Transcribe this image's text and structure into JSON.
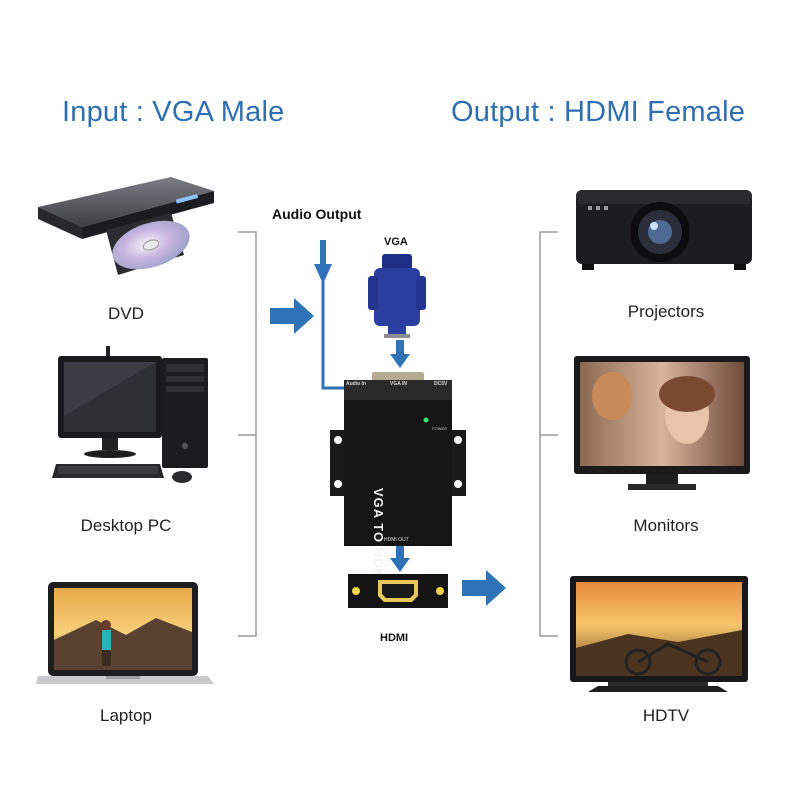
{
  "headings": {
    "input": "Input : VGA Male",
    "output": "Output : HDMI Female"
  },
  "inputs": [
    {
      "label": "DVD",
      "icon": "dvd-player-icon"
    },
    {
      "label": "Desktop PC",
      "icon": "desktop-pc-icon"
    },
    {
      "label": "Laptop",
      "icon": "laptop-icon"
    }
  ],
  "outputs": [
    {
      "label": "Projectors",
      "icon": "projector-icon"
    },
    {
      "label": "Monitors",
      "icon": "monitor-icon"
    },
    {
      "label": "HDTV",
      "icon": "hdtv-icon"
    }
  ],
  "center": {
    "audio_output": "Audio Output",
    "vga": "VGA",
    "hdmi": "HDMI",
    "box_label": "VGA TO HDMI",
    "port_audio_in": "Audio In",
    "port_vga_in": "VGA IN",
    "port_dc5v": "DC5V",
    "power": "POWER",
    "port_hdmi_out": "HDMI OUT"
  },
  "colors": {
    "heading": "#2f6fb0",
    "arrow": "#2f72b8",
    "bracket": "#9a9a9a",
    "box": "#151515",
    "vga_blue": "#2a3fa0"
  }
}
